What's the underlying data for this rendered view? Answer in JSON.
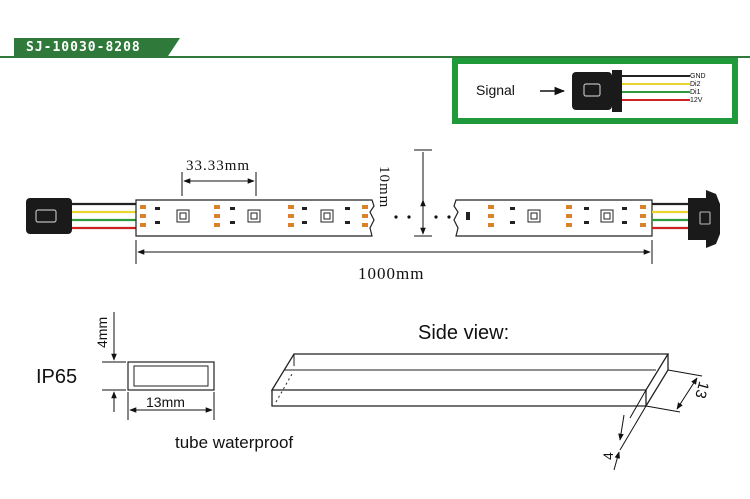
{
  "header": {
    "model": "SJ-10030-8208"
  },
  "signal": {
    "label": "Signal",
    "wires": [
      {
        "name": "GND",
        "color": "#222222"
      },
      {
        "name": "Di2",
        "color": "#e9d430"
      },
      {
        "name": "Di1",
        "color": "#2e9a3c"
      },
      {
        "name": "12V",
        "color": "#cc2222"
      }
    ]
  },
  "strip": {
    "pitch_label": "33.33mm",
    "width_label": "10mm",
    "length_label": "1000mm"
  },
  "cross_section": {
    "rating": "IP65",
    "height_label": "4mm",
    "width_label": "13mm",
    "caption": "tube  waterproof"
  },
  "side_view": {
    "title": "Side view:",
    "depth_label": "13",
    "height_label": "4"
  }
}
